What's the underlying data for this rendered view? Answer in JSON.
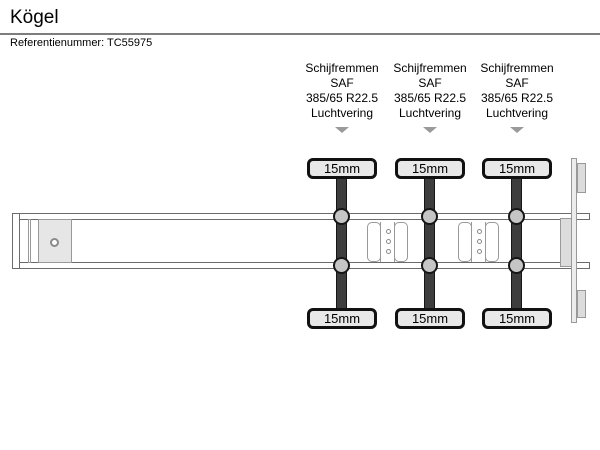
{
  "header": {
    "title": "Kögel",
    "reference": "Referentienummer: TC55975"
  },
  "axle_columns": [
    {
      "specs": {
        "brakes": "Schijfremmen",
        "brand": "SAF",
        "tire_size": "385/65 R22.5",
        "suspension": "Luchtvering"
      },
      "tread_top": "15mm",
      "tread_bottom": "15mm"
    },
    {
      "specs": {
        "brakes": "Schijfremmen",
        "brand": "SAF",
        "tire_size": "385/65 R22.5",
        "suspension": "Luchtvering"
      },
      "tread_top": "15mm",
      "tread_bottom": "15mm"
    },
    {
      "specs": {
        "brakes": "Schijfremmen",
        "brand": "SAF",
        "tire_size": "385/65 R22.5",
        "suspension": "Luchtvering"
      },
      "tread_top": "15mm",
      "tread_bottom": "15mm"
    }
  ],
  "colors": {
    "axle_bar": "#3d3d3d",
    "tire_fill": "#e8e8e8",
    "hub_fill": "#c5c5c5",
    "arrow": "#9a9a9a",
    "outline": "#6b6b6b",
    "outline_light": "#999999",
    "panel_fill": "#e6e6e6",
    "bumper_fill": "#ececec",
    "rear_fill": "#dcdcdc"
  }
}
